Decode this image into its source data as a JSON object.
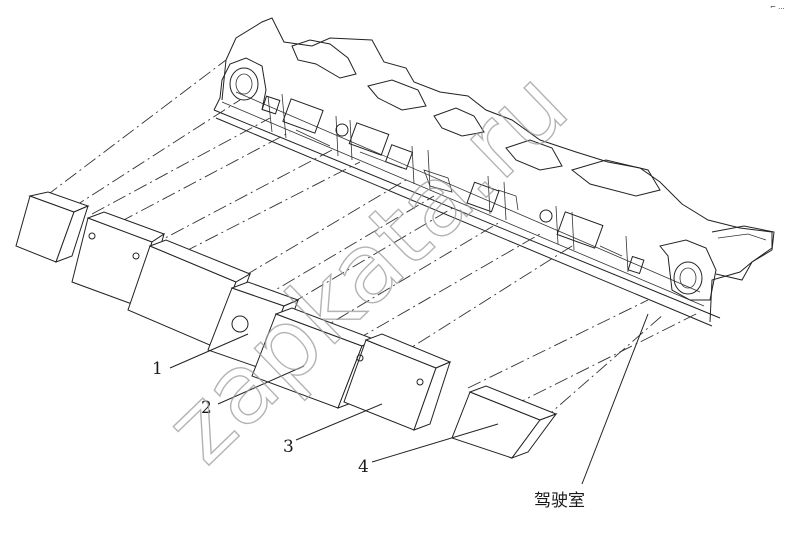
{
  "callouts": {
    "one": "1",
    "two": "2",
    "three": "3",
    "four": "4"
  },
  "cab_label": "驾驶室",
  "watermark": "zapkata.ru",
  "corner_mark": "⌐ ..."
}
